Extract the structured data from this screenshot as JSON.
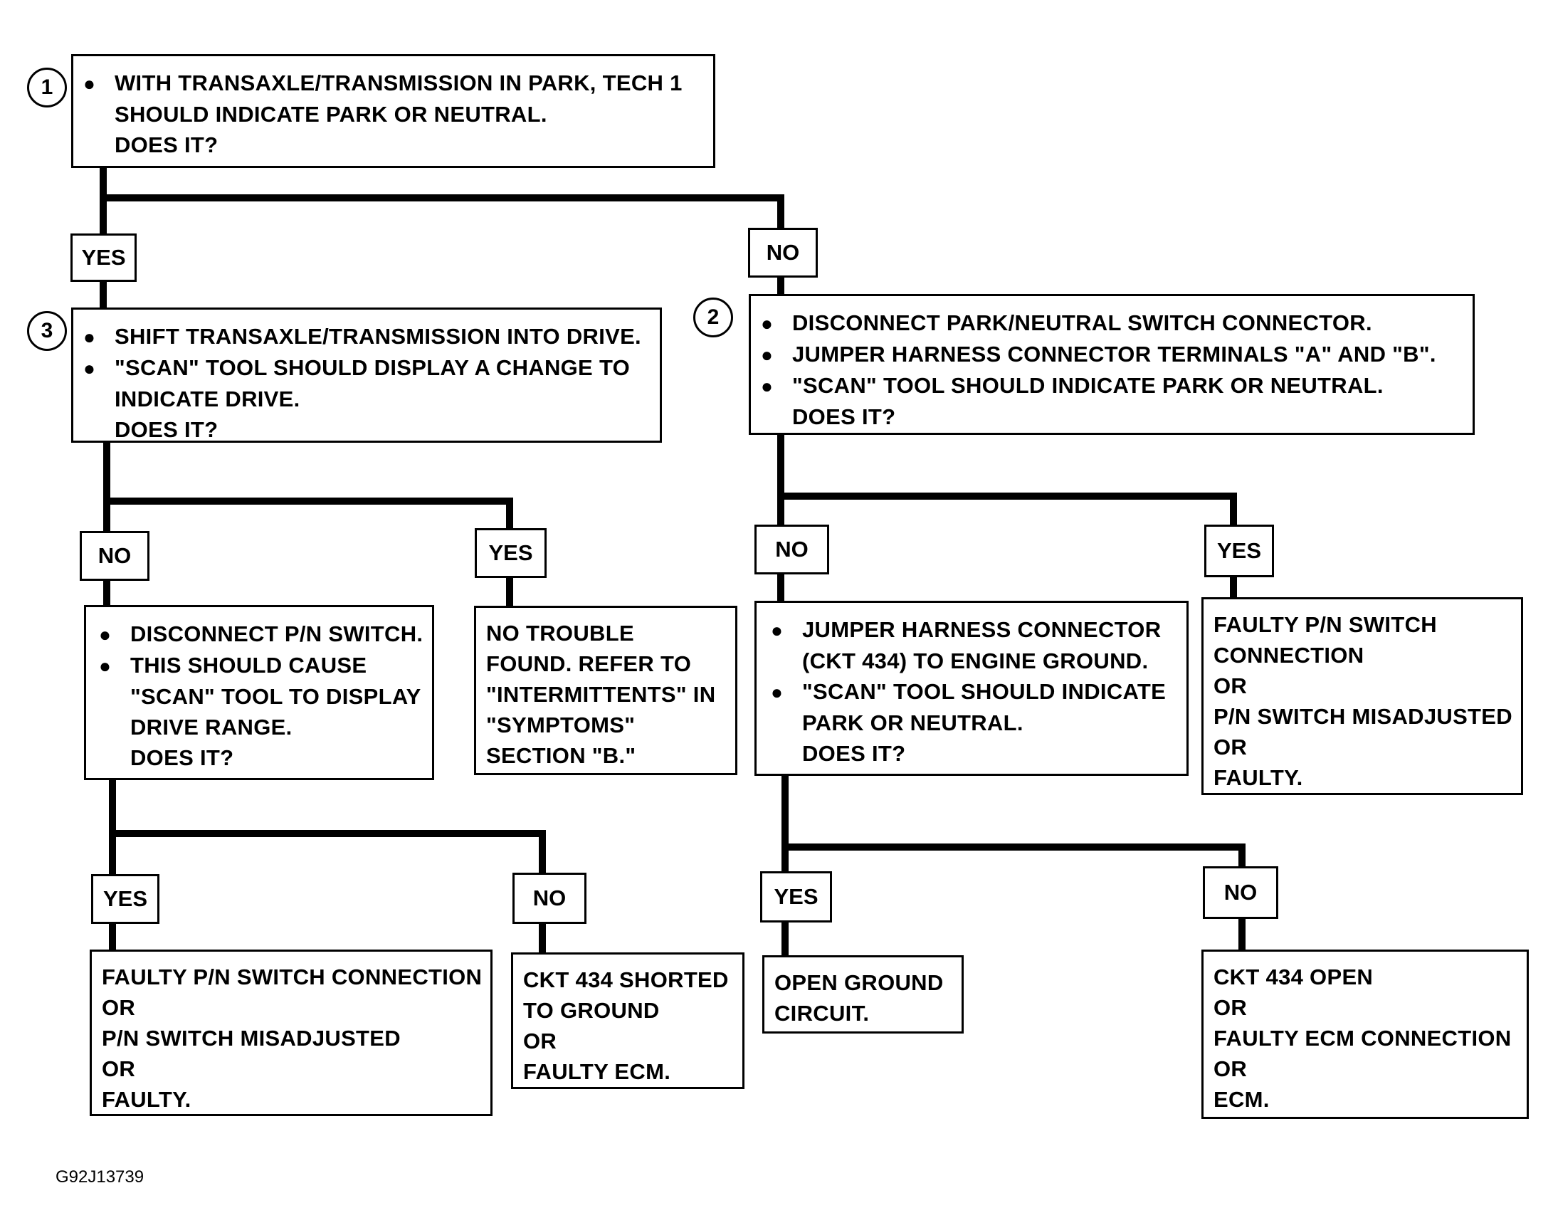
{
  "steps": {
    "s1": {
      "number": "1",
      "lines": [
        {
          "bullet": "●",
          "text": "WITH TRANSAXLE/TRANSMISSION IN PARK, TECH 1"
        },
        {
          "text": "SHOULD INDICATE PARK OR NEUTRAL."
        },
        {
          "text": "DOES IT?"
        }
      ]
    },
    "s3": {
      "number": "3",
      "lines": [
        {
          "bullet": "●",
          "text": "SHIFT TRANSAXLE/TRANSMISSION INTO DRIVE."
        },
        {
          "bullet": "●",
          "text": "\"SCAN\" TOOL SHOULD DISPLAY A CHANGE TO"
        },
        {
          "text": "INDICATE DRIVE."
        },
        {
          "text": "DOES IT?"
        }
      ]
    },
    "s2": {
      "number": "2",
      "lines": [
        {
          "bullet": "●",
          "text": "DISCONNECT PARK/NEUTRAL SWITCH CONNECTOR."
        },
        {
          "bullet": "●",
          "text": "JUMPER HARNESS CONNECTOR TERMINALS \"A\" AND \"B\"."
        },
        {
          "bullet": "●",
          "text": "\"SCAN\" TOOL SHOULD INDICATE PARK OR NEUTRAL."
        },
        {
          "text": "DOES IT?"
        }
      ]
    },
    "s3no": {
      "lines": [
        {
          "bullet": "●",
          "text": "DISCONNECT P/N SWITCH."
        },
        {
          "bullet": "●",
          "text": "THIS SHOULD CAUSE"
        },
        {
          "text": "\"SCAN\" TOOL TO DISPLAY"
        },
        {
          "text": "DRIVE RANGE."
        },
        {
          "text": "DOES IT?"
        }
      ]
    },
    "s2no": {
      "lines": [
        {
          "bullet": "●",
          "text": "JUMPER HARNESS CONNECTOR"
        },
        {
          "text": "(CKT 434) TO ENGINE GROUND."
        },
        {
          "bullet": "●",
          "text": "\"SCAN\" TOOL SHOULD INDICATE"
        },
        {
          "text": "PARK OR NEUTRAL."
        },
        {
          "text": "DOES IT?"
        }
      ]
    }
  },
  "results": {
    "no_trouble": [
      "NO TROUBLE",
      "FOUND.  REFER TO",
      "\"INTERMITTENTS\" IN",
      "\"SYMPTOMS\"",
      "SECTION \"B.\""
    ],
    "faulty_pn_right": [
      "FAULTY P/N SWITCH",
      "CONNECTION",
      "OR",
      "P/N SWITCH MISADJUSTED",
      "OR",
      "FAULTY."
    ],
    "faulty_pn_left": [
      "FAULTY P/N SWITCH CONNECTION",
      "OR",
      "P/N SWITCH MISADJUSTED",
      "OR",
      "FAULTY."
    ],
    "ckt_shorted": [
      "CKT 434 SHORTED",
      "TO GROUND",
      "OR",
      "FAULTY ECM."
    ],
    "open_ground": [
      "OPEN GROUND",
      "CIRCUIT."
    ],
    "ckt_open": [
      "CKT 434 OPEN",
      "OR",
      "FAULTY ECM CONNECTION",
      "OR",
      "ECM."
    ]
  },
  "labels": {
    "yes": "YES",
    "no": "NO"
  },
  "figure_id": "G92J13739"
}
